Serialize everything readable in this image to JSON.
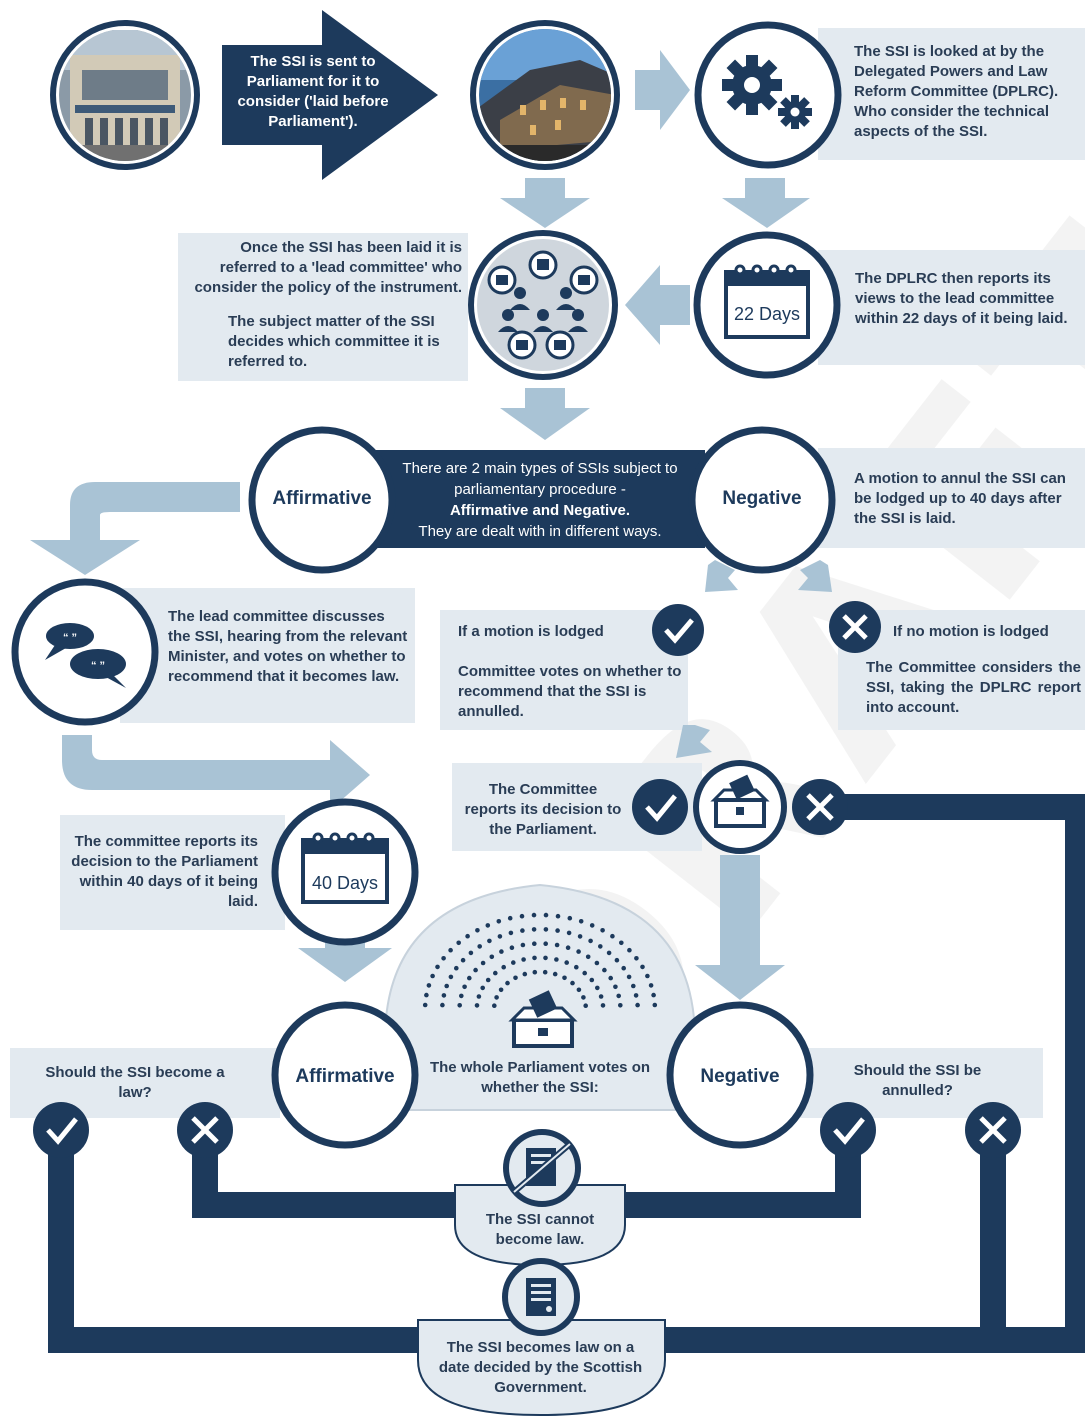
{
  "watermark": "DRAFT",
  "steps": {
    "sent": "The SSI is sent to Parliament for it to consider ('laid before Parliament').",
    "dplrc_look": "The SSI is looked at by the Delegated Powers and Law Reform Committee (DPLRC). Who consider the technical aspects of the SSI.",
    "lead_committee_1": "Once the SSI has been laid it is referred to a 'lead committee' who consider the policy of the instrument.",
    "lead_committee_2": "The subject matter of the SSI decides which committee it is referred to.",
    "dplrc_report": "The DPLRC then reports its views to the lead committee within 22 days of it being laid.",
    "days_22": "22 Days",
    "types_intro": "There are 2 main types of SSIs subject to parliamentary procedure -",
    "types_names": "Affirmative and Negative.",
    "types_outro": "They are dealt with in different ways.",
    "affirmative": "Affirmative",
    "negative": "Negative",
    "annul_motion": "A motion to annul the SSI can be lodged up to 40 days after the SSI is laid.",
    "lead_discuss": "The lead committee discusses the SSI, hearing from the relevant Minister, and votes on whether to recommend that it becomes law.",
    "motion_lodged_title": "If a motion is lodged",
    "motion_lodged_text": "Committee votes on whether to recommend that the SSI is annulled.",
    "no_motion_title": "If no motion is lodged",
    "no_motion_text": "The Committee considers the SSI, taking the DPLRC report into account.",
    "committee_reports": "The Committee reports its decision to the Parliament.",
    "committee_40": "The committee reports its decision to the Parliament within 40 days of it being laid.",
    "days_40": "40 Days",
    "whole_parliament": "The whole Parliament votes on whether the SSI:",
    "become_law_q": "Should the SSI become a law?",
    "annulled_q": "Should the SSI be annulled?",
    "cannot_become_law": "The SSI cannot become law.",
    "becomes_law": "The SSI becomes law on a date decided by the Scottish Government."
  },
  "colors": {
    "navy": "#1d3a5c",
    "light_box": "#e3eaf0",
    "arrow_blue": "#a9c3d5",
    "white": "#ffffff"
  },
  "icons": [
    "building-photo-icon",
    "parliament-photo-icon",
    "gears-icon",
    "calendar-icon",
    "people-network-icon",
    "speech-bubbles-icon",
    "check-icon",
    "cross-icon",
    "ballot-box-icon",
    "no-document-icon",
    "document-icon",
    "chamber-seats-icon"
  ]
}
